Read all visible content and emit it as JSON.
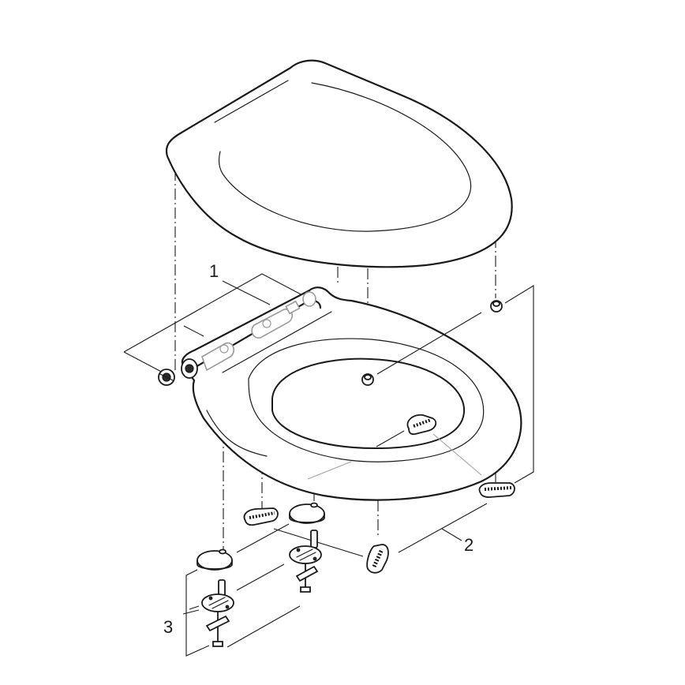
{
  "diagram": {
    "type": "exploded-view",
    "subject": "toilet seat assembly",
    "background": "#ffffff",
    "line_color": "#1a1a1a",
    "ghost_color": "#9a9a9a"
  },
  "callouts": [
    {
      "id": "1",
      "label": "1",
      "refers_to": "hinge-axle-set"
    },
    {
      "id": "2",
      "label": "2",
      "refers_to": "buffer-set"
    },
    {
      "id": "3",
      "label": "3",
      "refers_to": "fixing-set"
    }
  ],
  "parts": {
    "lid": "seat-cover-lid",
    "seat": "seat-ring",
    "hinge_axle": "hinge-axle",
    "end_caps": "hinge-end-caps",
    "lid_bumpers": "lid-bumpers",
    "seat_buffers": "seat-buffers",
    "hinge_covers": "hinge-cover-caps",
    "fixing_bolts": "fixing-bolts-with-plates"
  }
}
